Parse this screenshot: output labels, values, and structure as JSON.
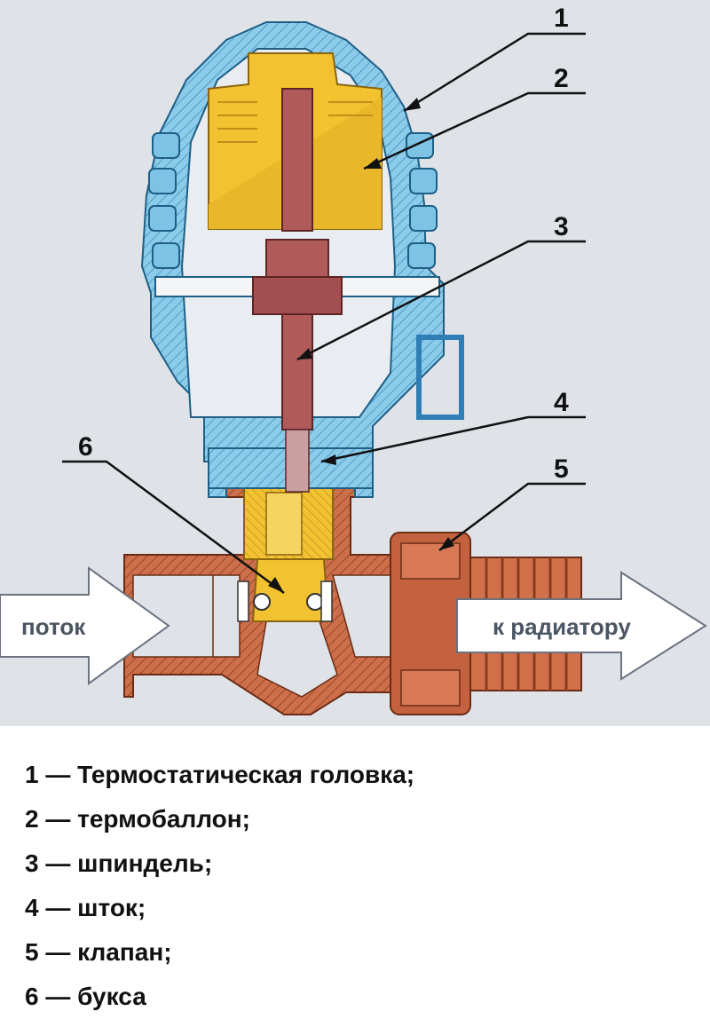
{
  "callouts": [
    {
      "number": "1"
    },
    {
      "number": "2"
    },
    {
      "number": "3"
    },
    {
      "number": "4"
    },
    {
      "number": "5"
    },
    {
      "number": "6"
    }
  ],
  "flow_labels": {
    "inlet": "поток",
    "outlet": "к радиатору"
  },
  "legend": [
    "1 — Термостатическая головка;",
    "2 — термобаллон;",
    "3 — шпиндель;",
    "4 — шток;",
    "5 — клапан;",
    "6 — букса"
  ],
  "colors": {
    "background": "#dfe3e8",
    "head_housing": "#7cc3e6",
    "thermo_bulb": "#f2c230",
    "spindle": "#b05a5a",
    "valve_body": "#c4623f",
    "arrows": "#ffffff"
  }
}
